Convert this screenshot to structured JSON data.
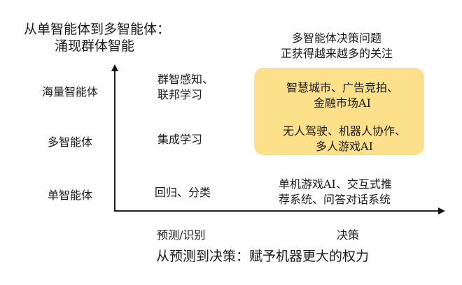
{
  "title": {
    "line1": "从单智能体到多智能体：",
    "line2": "涌现群体智能"
  },
  "subtitle": {
    "line1": "多智能体决策问题",
    "line2": "正获得越来越多的关注"
  },
  "y_axis": {
    "labels": [
      "海量智能体",
      "多智能体",
      "单智能体"
    ]
  },
  "x_axis": {
    "labels": [
      "预测/识别",
      "决策"
    ]
  },
  "grid": {
    "prediction": {
      "massive": {
        "line1": "群智感知、",
        "line2": "联邦学习"
      },
      "multi": "集成学习",
      "single": "回归、分类"
    },
    "decision": {
      "massive": {
        "line1": "智慧城市、广告竞拍、",
        "line2": "金融市场AI"
      },
      "multi": {
        "line1": "无人驾驶、机器人协作、",
        "line2": "多人游戏AI"
      },
      "single": {
        "line1": "单机游戏AI、交互式推",
        "line2": "荐系统、问答对话系统"
      }
    }
  },
  "footer": "从预测到决策：赋予机器更大的权力",
  "colors": {
    "highlight": "#fde08a",
    "axis": "#222222",
    "text": "#1a1a1a"
  }
}
